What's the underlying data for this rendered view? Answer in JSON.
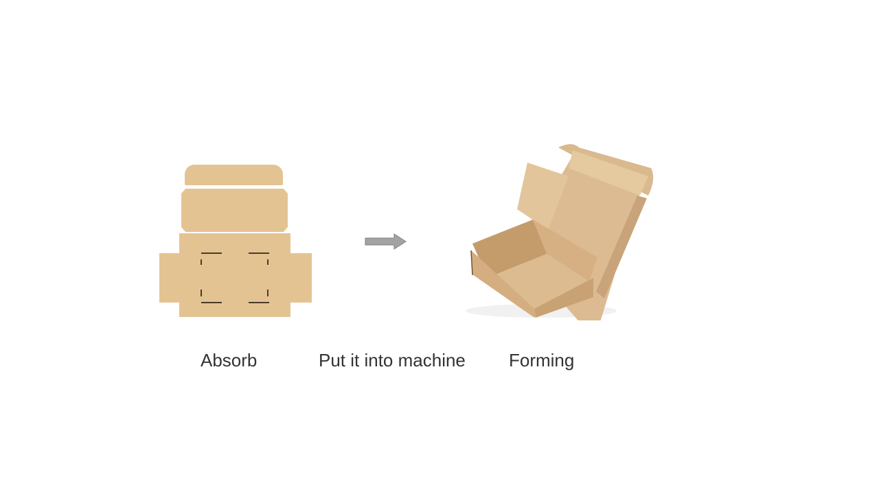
{
  "steps": [
    {
      "label": "Absorb",
      "image": "flat-box-blank"
    },
    {
      "label": "Put it into machine",
      "image": "arrow-right-icon"
    },
    {
      "label": "Forming",
      "image": "formed-mailer-box"
    }
  ],
  "colors": {
    "cardboard": "#e4c393",
    "cardboard_shade": "#cfa878",
    "arrow": "#a3a3a3",
    "text": "#333333",
    "background": "#ffffff"
  }
}
